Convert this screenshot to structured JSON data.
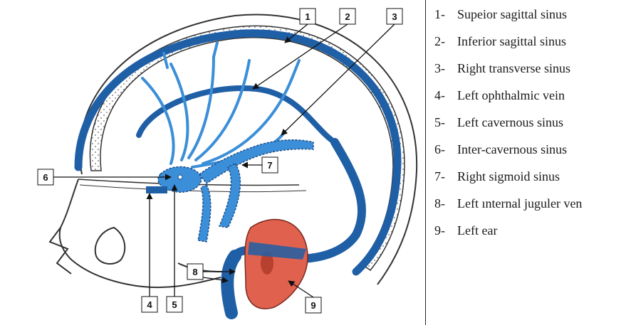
{
  "callouts": [
    "1",
    "2",
    "3",
    "4",
    "5",
    "6",
    "7",
    "8",
    "9"
  ],
  "legend": {
    "items": [
      {
        "num": "1-",
        "label": "Supeior sagittal sinus"
      },
      {
        "num": "2-",
        "label": "Inferior sagittal sinus"
      },
      {
        "num": "3-",
        "label": "Right transverse sinus"
      },
      {
        "num": "4-",
        "label": "Left ophthalmic vein"
      },
      {
        "num": "5-",
        "label": "Left cavernous sinus"
      },
      {
        "num": "6-",
        "label": "Inter-cavernous sinus"
      },
      {
        "num": "7-",
        "label": "Right sigmoid sinus"
      },
      {
        "num": "8-",
        "label": "Left ınternal juguler ven"
      },
      {
        "num": "9-",
        "label": "Left ear"
      }
    ]
  },
  "colors": {
    "vein_dark": "#1f5fa6",
    "vein_light": "#3b8ed8",
    "ear": "#e0614e",
    "skull_line": "#333333"
  }
}
